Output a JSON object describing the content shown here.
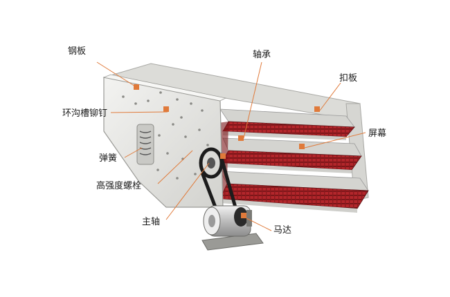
{
  "labels": {
    "steel_plate": "钢板",
    "ring_groove_rivet": "环沟槽铆钉",
    "spring": "弹簧",
    "high_strength_bolt": "高强度螺栓",
    "main_shaft": "主轴",
    "bearing": "轴承",
    "clamp_plate": "扣板",
    "screen_mesh": "屏幕",
    "motor": "马达"
  },
  "colors": {
    "frame": "#e9e9e7",
    "frame_shadow": "#bdbdb9",
    "screen_red": "#b3262b",
    "screen_dark": "#6e1114",
    "leader_line": "#e07a3a",
    "marker": "#e07a3a",
    "belt": "#1c1c1c",
    "motor_body": "#d8d8d8"
  }
}
